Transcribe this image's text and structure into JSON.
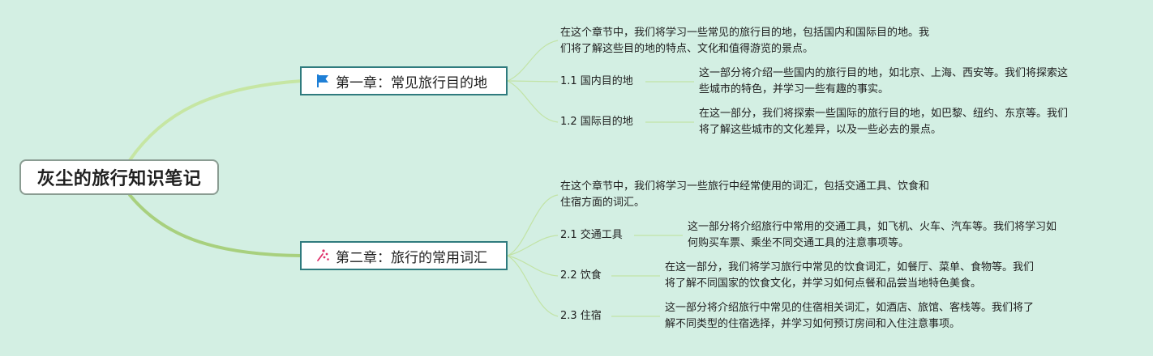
{
  "root": {
    "title": "灰尘的旅行知识笔记"
  },
  "chapters": [
    {
      "title": "第一章：常见旅行目的地",
      "icon": "flag-icon",
      "icon_color": "#1e7fd6",
      "intro": [
        "在这个章节中，我们将学习一些常见的旅行目的地，包括国内和国际目的地。我",
        "们将了解这些目的地的特点、文化和值得游览的景点。"
      ],
      "sections": [
        {
          "label": "1.1 国内目的地",
          "desc": [
            "这一部分将介绍一些国内的旅行目的地，如北京、上海、西安等。我们将探索这",
            "些城市的特色，并学习一些有趣的事实。"
          ]
        },
        {
          "label": "1.2 国际目的地",
          "desc": [
            "在这一部分，我们将探索一些国际的旅行目的地，如巴黎、纽约、东京等。我们",
            "将了解这些城市的文化差异，以及一些必去的景点。"
          ]
        }
      ]
    },
    {
      "title": "第二章：旅行的常用词汇",
      "icon": "sparkle-icon",
      "icon_color": "#e0316b",
      "intro": [
        "在这个章节中，我们将学习一些旅行中经常使用的词汇，包括交通工具、饮食和",
        "住宿方面的词汇。"
      ],
      "sections": [
        {
          "label": "2.1 交通工具",
          "desc": [
            "这一部分将介绍旅行中常用的交通工具，如飞机、火车、汽车等。我们将学习如",
            "何购买车票、乘坐不同交通工具的注意事项等。"
          ]
        },
        {
          "label": "2.2 饮食",
          "desc": [
            "在这一部分，我们将学习旅行中常见的饮食词汇，如餐厅、菜单、食物等。我们",
            "将了解不同国家的饮食文化，并学习如何点餐和品尝当地特色美食。"
          ]
        },
        {
          "label": "2.3 住宿",
          "desc": [
            "这一部分将介绍旅行中常见的住宿相关词汇，如酒店、旅馆、客栈等。我们将了",
            "解不同类型的住宿选择，并学习如何预订房间和入住注意事项。"
          ]
        }
      ]
    }
  ]
}
